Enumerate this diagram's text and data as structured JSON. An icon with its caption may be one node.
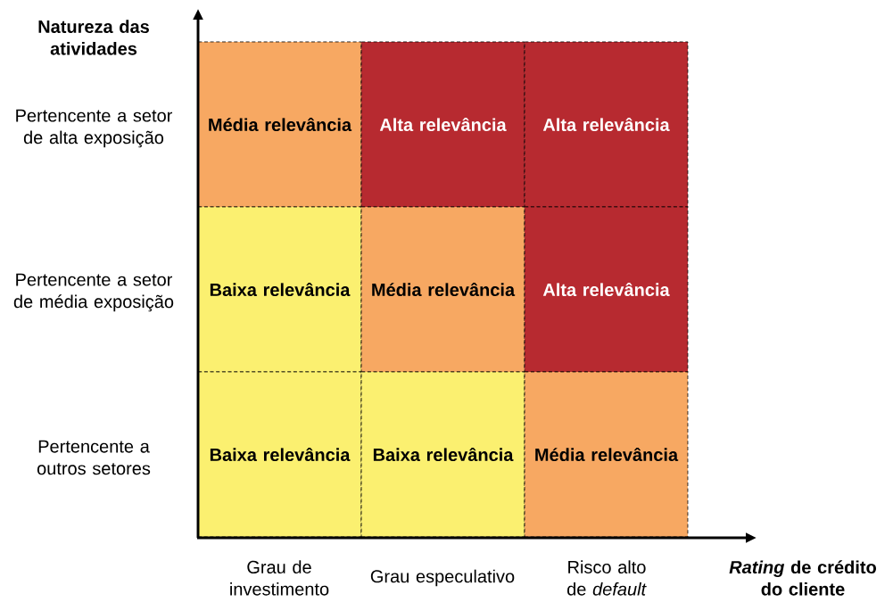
{
  "diagram": {
    "nodes": [
      {
        "text": [
          "Média relevância"
        ]
      },
      {
        "text": [
          "Alta relevância"
        ]
      },
      {
        "text": [
          "Alta relevância"
        ]
      },
      {
        "text": [
          "Baixa relevância"
        ]
      },
      {
        "text": [
          "Média relevância"
        ]
      },
      {
        "text": [
          "Alta relevância"
        ]
      },
      {
        "text": [
          "Baixa relevância"
        ]
      },
      {
        "text": [
          "Baixa relevância"
        ]
      },
      {
        "text": [
          "Média relevância"
        ]
      }
    ],
    "labels": [
      "Natureza das atividades",
      "Pertencente a setor de alta exposição",
      "Pertencente a setor de média exposição",
      "Pertencente a outros setores",
      "Grau de investimento",
      "Grau especulativo",
      "Risco alto de *default*",
      "*Rating* de crédito do cliente"
    ]
  }
}
